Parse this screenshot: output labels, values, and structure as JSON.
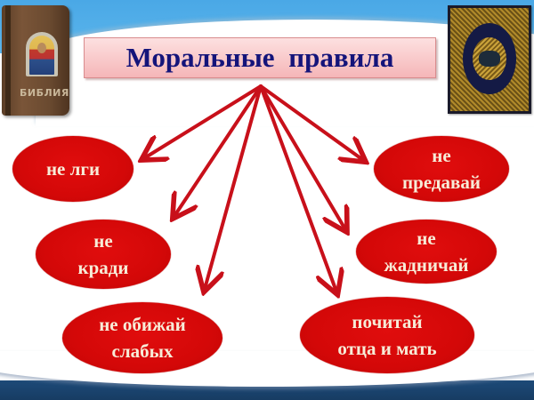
{
  "slide": {
    "title": "Моральные  правила",
    "colors": {
      "title_text": "#14147a",
      "title_box": "#f8c4c6",
      "ellipse_fill": "#d40808",
      "ellipse_text": "#f7ecd8",
      "arrow": "#c8101a",
      "top_band": "#4aa8e6",
      "bottom_band": "#1d4a78"
    }
  },
  "images": {
    "left_book": {
      "name": "bible-icon",
      "cover_text": "БИБЛИЯ"
    },
    "right_book": {
      "name": "quran-icon"
    }
  },
  "rules": [
    {
      "id": "lie",
      "lines": [
        "не  лги"
      ]
    },
    {
      "id": "steal",
      "lines": [
        "не",
        "кради"
      ]
    },
    {
      "id": "offend",
      "lines": [
        "не обижай",
        "слабых"
      ]
    },
    {
      "id": "betray",
      "lines": [
        "не",
        "предавай"
      ]
    },
    {
      "id": "greedy",
      "lines": [
        "не",
        "жадничай"
      ]
    },
    {
      "id": "honor",
      "lines": [
        "почитай",
        "отца и мать"
      ]
    }
  ]
}
